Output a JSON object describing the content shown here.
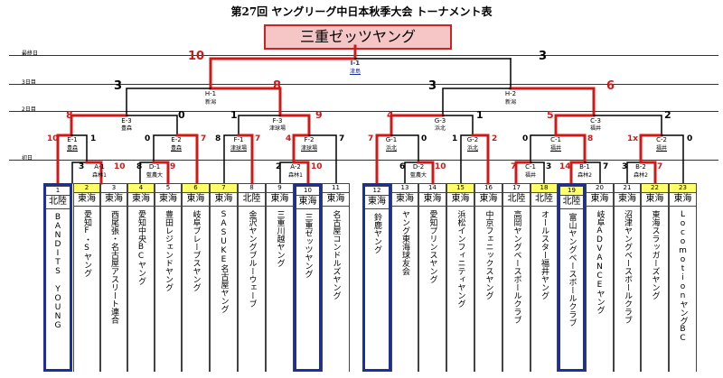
{
  "title": "第27回 ヤングリーグ中日本秋季大会 トーナメント表",
  "champion": "三重ゼッツヤング",
  "round_labels": {
    "final": "最終日",
    "day3": "3日目",
    "day2": "2日目",
    "day1": "初日"
  },
  "final": {
    "label": "I-1",
    "venue": "津島",
    "left_score": "10",
    "right_score": "3"
  },
  "semis": [
    {
      "label": "H-1",
      "venue": "新潟",
      "left_score": "3",
      "right_score": "8"
    },
    {
      "label": "H-2",
      "venue": "新潟",
      "left_score": "3",
      "right_score": "6"
    }
  ],
  "quarters": [
    {
      "label": "E-3",
      "venue": "豊森",
      "left_score": "8",
      "right_score": "0"
    },
    {
      "label": "F-3",
      "venue": "津球場",
      "left_score": "1",
      "right_score": "9"
    },
    {
      "label": "G-3",
      "venue": "浜北",
      "left_score": "4",
      "right_score": "1"
    },
    {
      "label": "C-3",
      "venue": "福井",
      "left_score": "5",
      "right_score": "2"
    }
  ],
  "round2": [
    {
      "label": "E-1",
      "venue": "豊森",
      "left_score": "10",
      "right_score": "1"
    },
    {
      "label": "E-2",
      "venue": "豊森",
      "left_score": "0",
      "right_score": "7"
    },
    {
      "label": "F-1",
      "venue": "津球場",
      "left_score": "8",
      "right_score": "7"
    },
    {
      "label": "F-2",
      "venue": "津球場",
      "left_score": "4",
      "right_score": "7"
    },
    {
      "label": "G-1",
      "venue": "浜北",
      "left_score": "7",
      "right_score": "0"
    },
    {
      "label": "G-2",
      "venue": "浜北",
      "left_score": "1",
      "right_score": "2"
    },
    {
      "label": "C-1",
      "venue": "福井",
      "left_score": "0",
      "right_score": "8"
    },
    {
      "label": "C-2",
      "venue": "福井",
      "left_score": "1x",
      "right_score": "0"
    }
  ],
  "round1": [
    {
      "label": "A-1",
      "venue": "森林1",
      "left_score": "3",
      "right_score": "10"
    },
    {
      "label": "D-1",
      "venue": "藍農大",
      "left_score": "8",
      "right_score": "9"
    },
    {
      "label": "A-2",
      "venue": "森林1",
      "left_score": "2",
      "right_score": "10"
    },
    {
      "label": "D-2",
      "venue": "藍農大",
      "left_score": "6",
      "right_score": "10"
    },
    {
      "label": "C-1",
      "venue": "福井",
      "left_score": "7",
      "right_score": "3"
    },
    {
      "label": "B-1",
      "venue": "森林2",
      "left_score": "14",
      "right_score": "7"
    },
    {
      "label": "B-2",
      "venue": "森林2",
      "left_score": "3",
      "right_score": "7"
    }
  ],
  "teams": [
    {
      "no": "1",
      "region": "北陸",
      "name": "BANDITS YOUNG"
    },
    {
      "no": "2",
      "region": "東海",
      "name": "愛知F・Sヤング"
    },
    {
      "no": "3",
      "region": "東海",
      "name": "西尾張・名古屋アスリート連合"
    },
    {
      "no": "4",
      "region": "東海",
      "name": "愛知中央BCヤング"
    },
    {
      "no": "5",
      "region": "東海",
      "name": "豊田レジェンドヤング"
    },
    {
      "no": "6",
      "region": "東海",
      "name": "岐阜ブレーブスヤング"
    },
    {
      "no": "7",
      "region": "東海",
      "name": "SASUKE名古屋ヤング"
    },
    {
      "no": "8",
      "region": "北陸",
      "name": "金沢ヤングブルーウェーブ"
    },
    {
      "no": "9",
      "region": "東海",
      "name": "三重川越ヤング"
    },
    {
      "no": "10",
      "region": "東海",
      "name": "三重ゼッツヤング"
    },
    {
      "no": "11",
      "region": "東海",
      "name": "名古屋コンドルズヤング"
    },
    {
      "no": "12",
      "region": "東海",
      "name": "鈴鹿ヤング"
    },
    {
      "no": "13",
      "region": "東海",
      "name": "ヤング東海球友会"
    },
    {
      "no": "14",
      "region": "東海",
      "name": "愛知プリンスヤング"
    },
    {
      "no": "15",
      "region": "東海",
      "name": "浜松インフィニティヤング"
    },
    {
      "no": "16",
      "region": "東海",
      "name": "中京フェニックスヤング"
    },
    {
      "no": "17",
      "region": "北陸",
      "name": "高岡ヤングベースボールクラブ"
    },
    {
      "no": "18",
      "region": "北陸",
      "name": "オールスター福井ヤング"
    },
    {
      "no": "19",
      "region": "北陸",
      "name": "富山ヤングベースボールクラブ"
    },
    {
      "no": "20",
      "region": "東海",
      "name": "岐阜ADVANCEヤング"
    },
    {
      "no": "21",
      "region": "東海",
      "name": "沼津ヤングベースボールクラブ"
    },
    {
      "no": "22",
      "region": "東海",
      "name": "東海スラッガーズヤング"
    },
    {
      "no": "23",
      "region": "東海",
      "name": "LocomotionヤングBC"
    }
  ],
  "colors": {
    "winner_line": "#d01818",
    "loser_line": "#000000",
    "highlight_box": "#1a2fa0",
    "seed_yellow": "#ffff66",
    "champion_bg": "#f6c6c6"
  }
}
